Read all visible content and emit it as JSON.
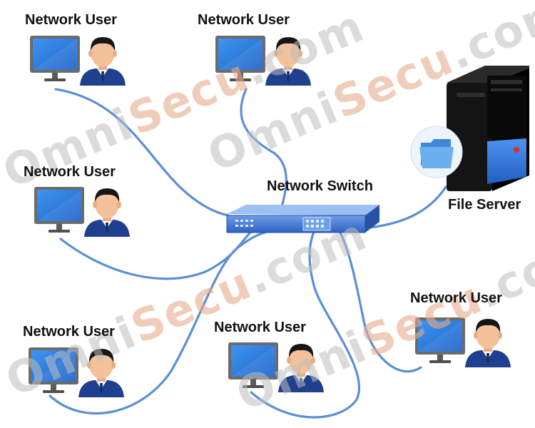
{
  "labels": {
    "user_1": "Network User",
    "user_2": "Network User",
    "user_3": "Network User",
    "user_4": "Network User",
    "user_5": "Network User",
    "user_6": "Network User",
    "switch": "Network Switch",
    "server": "File Server"
  },
  "watermark": {
    "prefix": "Omni",
    "accent": "Secu",
    "suffix": ".com"
  },
  "colors": {
    "cable": "#5a8fd6",
    "monitor_frame": "#6b6b6b",
    "monitor_screen": "#2f7fe0",
    "shirt": "#1f3f8f",
    "skin": "#f3c29a",
    "hair": "#161616",
    "switch_body": "#3f78d4",
    "server_body": "#141414",
    "server_panel": "#2c74e0",
    "folder": "#4a9ae8"
  }
}
